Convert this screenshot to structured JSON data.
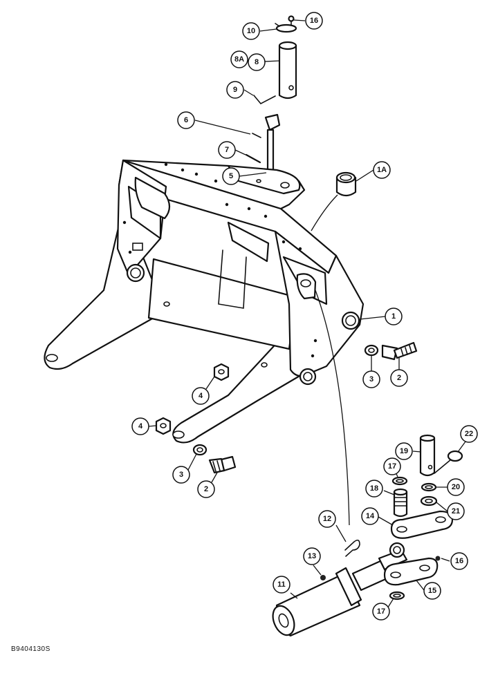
{
  "figure_code": "B9404130S",
  "callouts": [
    {
      "id": "16a",
      "label": "16"
    },
    {
      "id": "10",
      "label": "10"
    },
    {
      "id": "8A",
      "label": "8A"
    },
    {
      "id": "8",
      "label": "8"
    },
    {
      "id": "9",
      "label": "9"
    },
    {
      "id": "6",
      "label": "6"
    },
    {
      "id": "7",
      "label": "7"
    },
    {
      "id": "5",
      "label": "5"
    },
    {
      "id": "1A",
      "label": "1A"
    },
    {
      "id": "1",
      "label": "1"
    },
    {
      "id": "3a",
      "label": "3"
    },
    {
      "id": "2a",
      "label": "2"
    },
    {
      "id": "4a",
      "label": "4"
    },
    {
      "id": "4b",
      "label": "4"
    },
    {
      "id": "3b",
      "label": "3"
    },
    {
      "id": "2b",
      "label": "2"
    },
    {
      "id": "22",
      "label": "22"
    },
    {
      "id": "19",
      "label": "19"
    },
    {
      "id": "17a",
      "label": "17"
    },
    {
      "id": "20",
      "label": "20"
    },
    {
      "id": "18",
      "label": "18"
    },
    {
      "id": "21",
      "label": "21"
    },
    {
      "id": "12",
      "label": "12"
    },
    {
      "id": "14",
      "label": "14"
    },
    {
      "id": "13",
      "label": "13"
    },
    {
      "id": "16b",
      "label": "16"
    },
    {
      "id": "11",
      "label": "11"
    },
    {
      "id": "15",
      "label": "15"
    },
    {
      "id": "17b",
      "label": "17"
    }
  ]
}
